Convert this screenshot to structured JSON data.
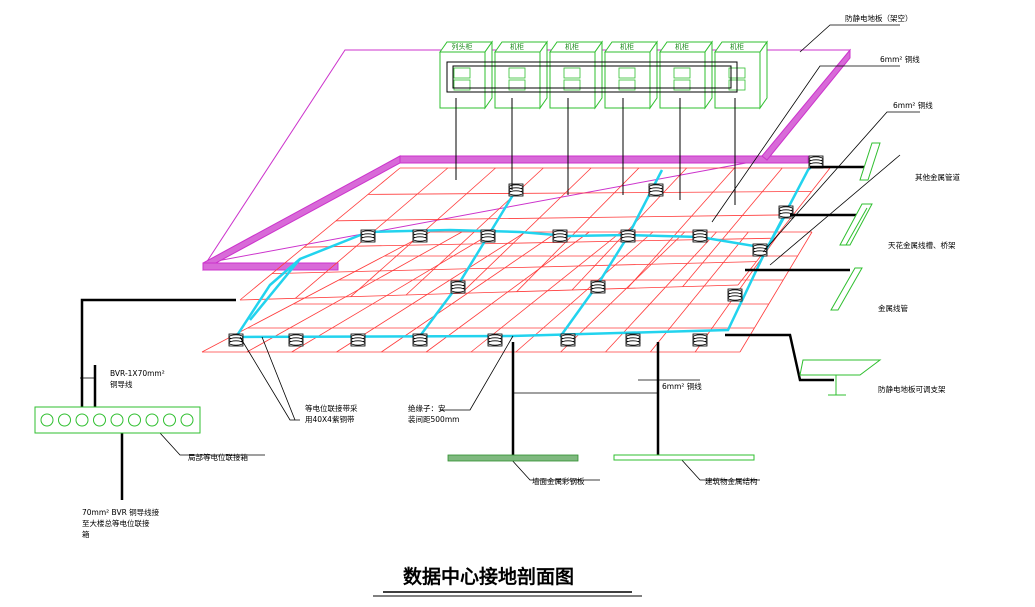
{
  "title": "数据中心接地剖面图",
  "cabinets": [
    "列头柜",
    "机柜",
    "机柜",
    "机柜",
    "机柜",
    "机柜"
  ],
  "labels": {
    "floor_top": "防静电地板（架空）",
    "copper_top": "6mm² 铜线",
    "copper_mid": "6mm² 铜线",
    "other_pipes": "其他金属管道",
    "ceiling_tray": "天花金属线槽、桥架",
    "metal_conduit": "金属线管",
    "floor_bracket": "防静电地板可调支架",
    "bvr_1": "BVR-1X70mm²",
    "bvr_2": "铜导线",
    "copper_bottom": "6mm² 铜线",
    "insulator_1": "绝缘子：安",
    "insulator_2": "装间距500mm",
    "bond_1": "等电位联接带采",
    "bond_2": "用40X4紫铜带",
    "local_box": "局部等电位联接箱",
    "wall_steel": "墙面金属彩钢板",
    "building_metal": "建筑物金属结构",
    "main_1": "70mm² BVR 铜导线接",
    "main_2": "至大楼总等电位联接",
    "main_3": "箱"
  },
  "colors": {
    "grid": "#ff3b3b",
    "strip": "#22d3ee",
    "floor": "#cc33cc",
    "cabinet": "#2fbf2f",
    "wire": "#000000"
  }
}
